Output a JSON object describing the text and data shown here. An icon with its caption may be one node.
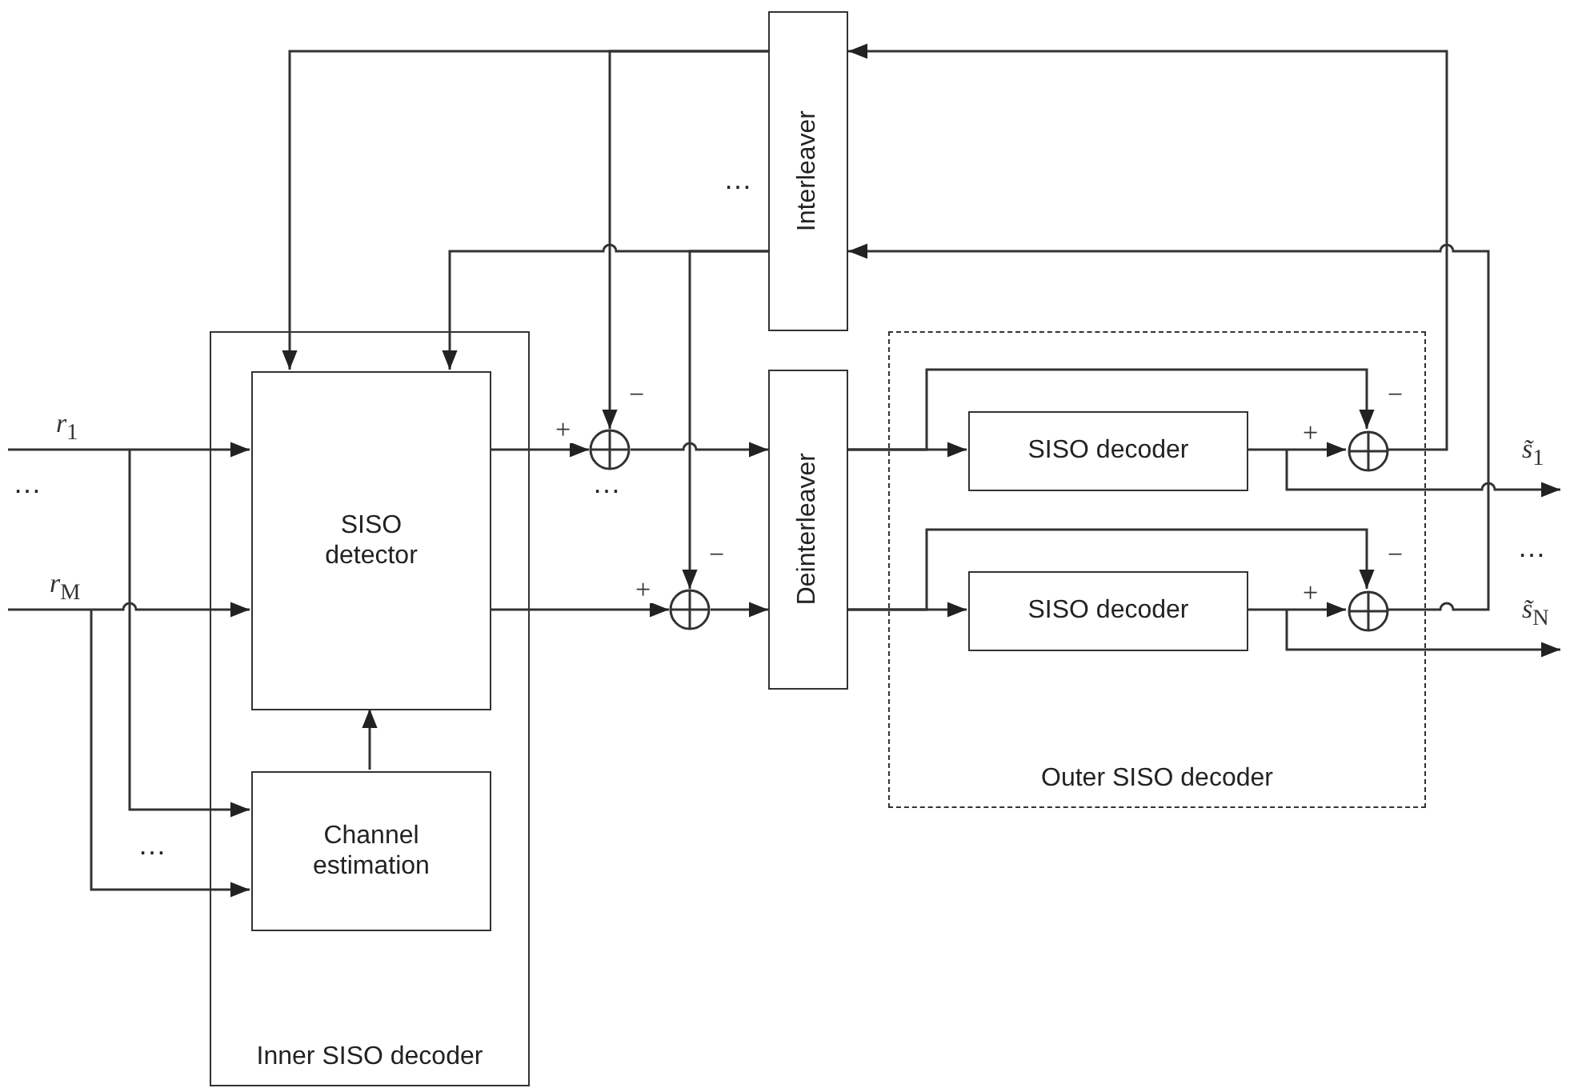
{
  "diagram": {
    "nodes": [
      {
        "text": [
          "Inner SISO decoder"
        ]
      },
      {
        "text": [
          "SISO detector"
        ],
        "in": 0
      },
      {
        "text": [
          "Channel estimation"
        ],
        "in": 0
      },
      {
        "text": [
          "Interleaver"
        ]
      },
      {
        "text": [
          "Deinterleaver"
        ]
      },
      {
        "text": [
          "Outer SISO decoder"
        ]
      },
      {
        "text": [
          "SISO decoder"
        ],
        "in": 5
      },
      {
        "text": [
          "SISO decoder"
        ],
        "in": 5
      },
      {
        "text": [],
        "shape": "circle"
      },
      {
        "text": [],
        "shape": "circle"
      },
      {
        "text": [],
        "shape": "circle",
        "in": 5
      },
      {
        "text": [],
        "shape": "circle",
        "in": 5
      }
    ],
    "edges": [
      {
        "from": null,
        "to": 1,
        "arrow": "to",
        "label": "*r*$_{1}$"
      },
      {
        "from": null,
        "to": 2,
        "arrow": "to"
      },
      {
        "from": null,
        "to": 1,
        "arrow": "to",
        "label": "*r*$_{M}$"
      },
      {
        "from": null,
        "to": 2,
        "arrow": "to"
      },
      {
        "from": 2,
        "to": 1,
        "arrow": "to"
      },
      {
        "from": 1,
        "to": 8,
        "arrow": "to",
        "label": "+"
      },
      {
        "from": 1,
        "to": 9,
        "arrow": "to",
        "label": "+"
      },
      {
        "from": 8,
        "to": 4,
        "arrow": "to"
      },
      {
        "from": 9,
        "to": 4,
        "arrow": "to"
      },
      {
        "from": 3,
        "to": 1,
        "arrow": "to"
      },
      {
        "from": 3,
        "to": 8,
        "arrow": "to",
        "label": "−"
      },
      {
        "from": 3,
        "to": 1,
        "arrow": "to"
      },
      {
        "from": 3,
        "to": 9,
        "arrow": "to",
        "label": "−"
      },
      {
        "from": 4,
        "to": 6,
        "arrow": "to"
      },
      {
        "from": 4,
        "to": 10,
        "arrow": "to",
        "label": "−"
      },
      {
        "from": 4,
        "to": 7,
        "arrow": "to"
      },
      {
        "from": 4,
        "to": 11,
        "arrow": "to",
        "label": "−"
      },
      {
        "from": 6,
        "to": 10,
        "arrow": "to",
        "label": "+"
      },
      {
        "from": 6,
        "to": null,
        "arrow": "to",
        "label": "*s̃*$_{1}$"
      },
      {
        "from": 7,
        "to": 11,
        "arrow": "to",
        "label": "+"
      },
      {
        "from": 7,
        "to": null,
        "arrow": "to",
        "label": "*s̃*$_{N}$"
      },
      {
        "from": 10,
        "to": 3,
        "arrow": "to"
      },
      {
        "from": 11,
        "to": 3,
        "arrow": "to"
      }
    ],
    "labels": [
      "…",
      "…",
      "…",
      "…",
      "…"
    ]
  }
}
